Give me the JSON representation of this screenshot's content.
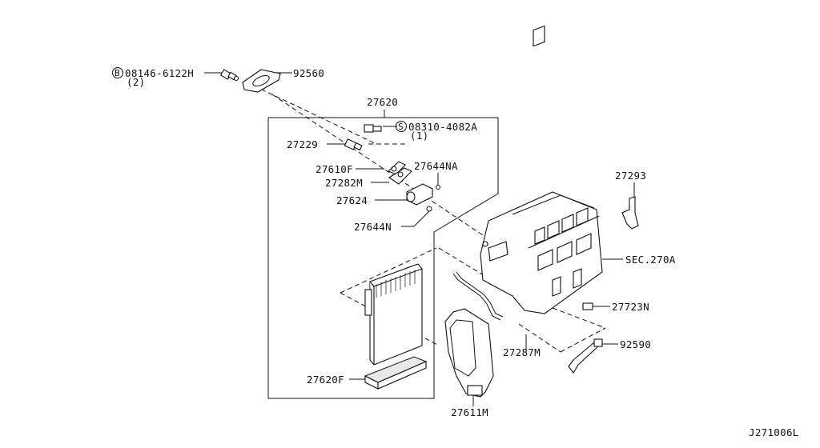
{
  "diagram_id": "J271006L",
  "labels": {
    "bolt_b": "08146-6122H",
    "bolt_b_qty": "(2)",
    "bolt_b_symbol": "B",
    "p92560": "92560",
    "p27620": "27620",
    "screw_s": "08310-4082A",
    "screw_s_qty": "(1)",
    "screw_s_symbol": "S",
    "p27229": "27229",
    "p27610F": "27610F",
    "p27644NA": "27644NA",
    "p27282M": "27282M",
    "p27624": "27624",
    "p27644N": "27644N",
    "p27293": "27293",
    "sec270a": "SEC.270A",
    "p27723N": "27723N",
    "p92590": "92590",
    "p27287M": "27287M",
    "p27620F": "27620F",
    "p27611M": "27611M"
  }
}
